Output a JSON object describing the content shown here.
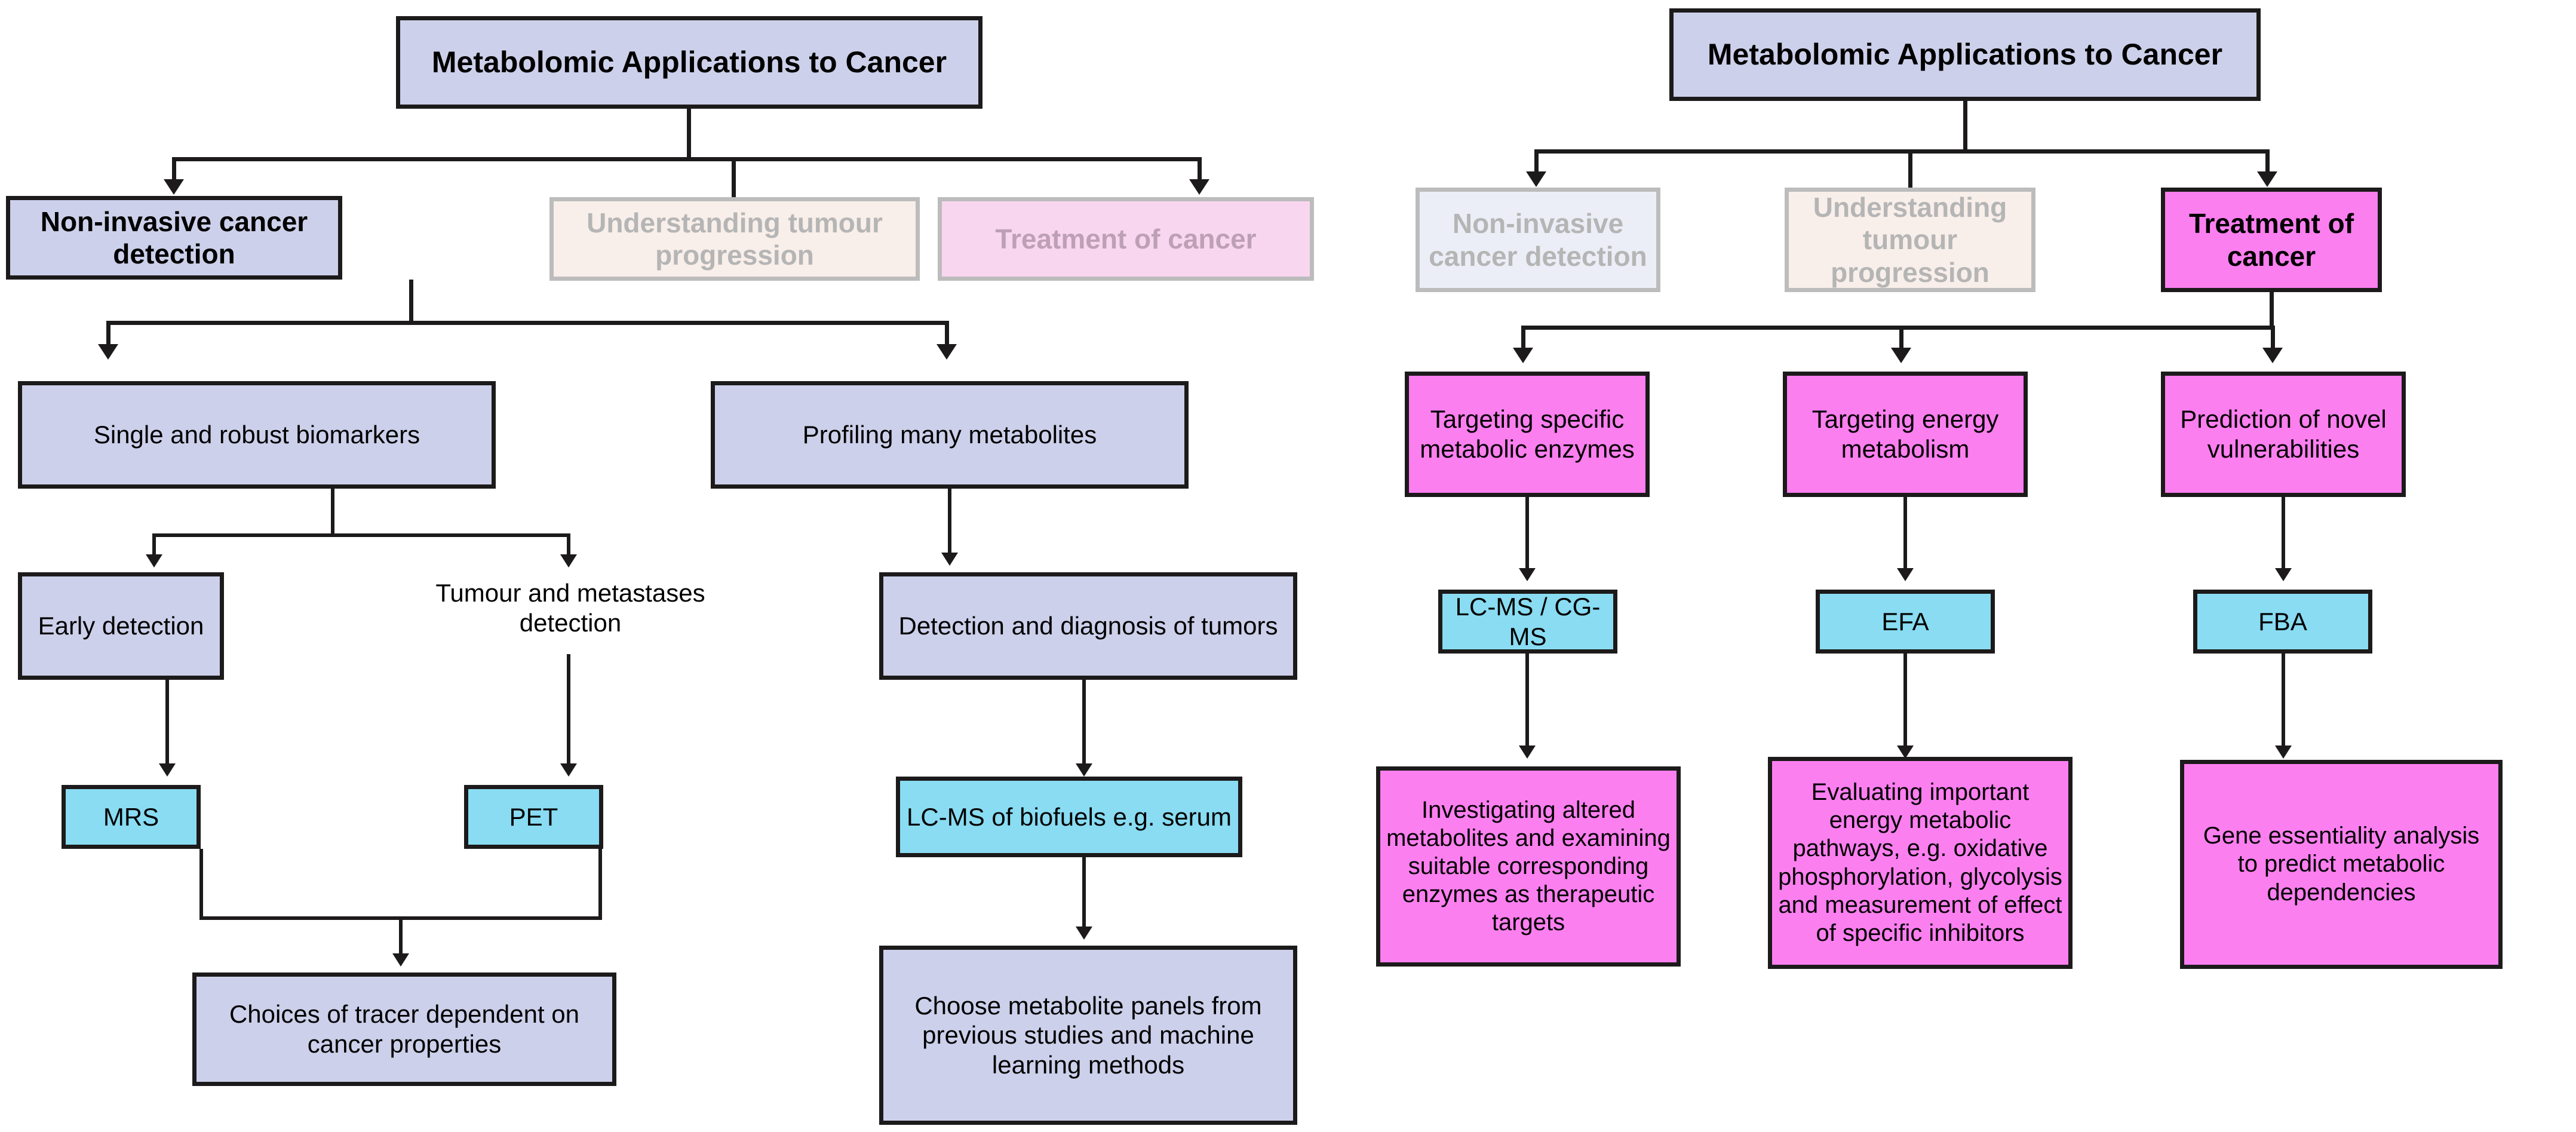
{
  "figure": {
    "type": "flowchart",
    "orientation": "top-down",
    "panels": 2,
    "colors": {
      "lavender_fill": "#ccd0ea",
      "cyan_fill": "#89dcf2",
      "pink_fill": "#fc7ff0",
      "ghost_lavender_fill": "#eceef7",
      "ghost_rose_fill": "#f8eeea",
      "ghost_pink_fill": "#f9d6ef",
      "border_dark": "#1c1a1a",
      "border_ghost": "#bcbcbc",
      "ghost_text": "#b5b5b5",
      "background": "#ffffff"
    }
  },
  "left_panel": {
    "title": "Metabolomic Applications to Cancer",
    "branches": {
      "active": "Non-invasive cancer detection",
      "dim_1": "Understanding tumour progression",
      "dim_2": "Treatment of cancer"
    },
    "row3": {
      "left": "Single and robust biomarkers",
      "right": "Profiling many metabolites"
    },
    "row4": {
      "early": "Early detection",
      "tumour": "Tumour and metastases detection",
      "diagnosis": "Detection and diagnosis of tumors"
    },
    "row5": {
      "mrs": "MRS",
      "pet": "PET",
      "lcms": "LC-MS of biofuels e.g. serum"
    },
    "row6": {
      "tracer": "Choices of tracer dependent on cancer properties",
      "panels": "Choose metabolite panels from previous studies and machine learning methods"
    }
  },
  "right_panel": {
    "title": "Metabolomic Applications to Cancer",
    "branches": {
      "dim_1": "Non-invasive cancer detection",
      "dim_2": "Understanding tumour progression",
      "active": "Treatment of cancer"
    },
    "row3": {
      "enzymes": "Targeting specific metabolic enzymes",
      "energy": "Targeting energy metabolism",
      "prediction": "Prediction of novel vulnerabilities"
    },
    "row4": {
      "lcms_cgms": "LC-MS / CG-MS",
      "efa": "EFA",
      "fba": "FBA"
    },
    "row5": {
      "investigating": "Investigating altered metabolites and examining suitable corresponding enzymes as therapeutic targets",
      "evaluating": "Evaluating important energy metabolic pathways, e.g. oxidative phosphorylation, glycolysis and measurement of effect  of specific inhibitors",
      "gene": "Gene essentiality analysis to predict metabolic dependencies"
    }
  }
}
